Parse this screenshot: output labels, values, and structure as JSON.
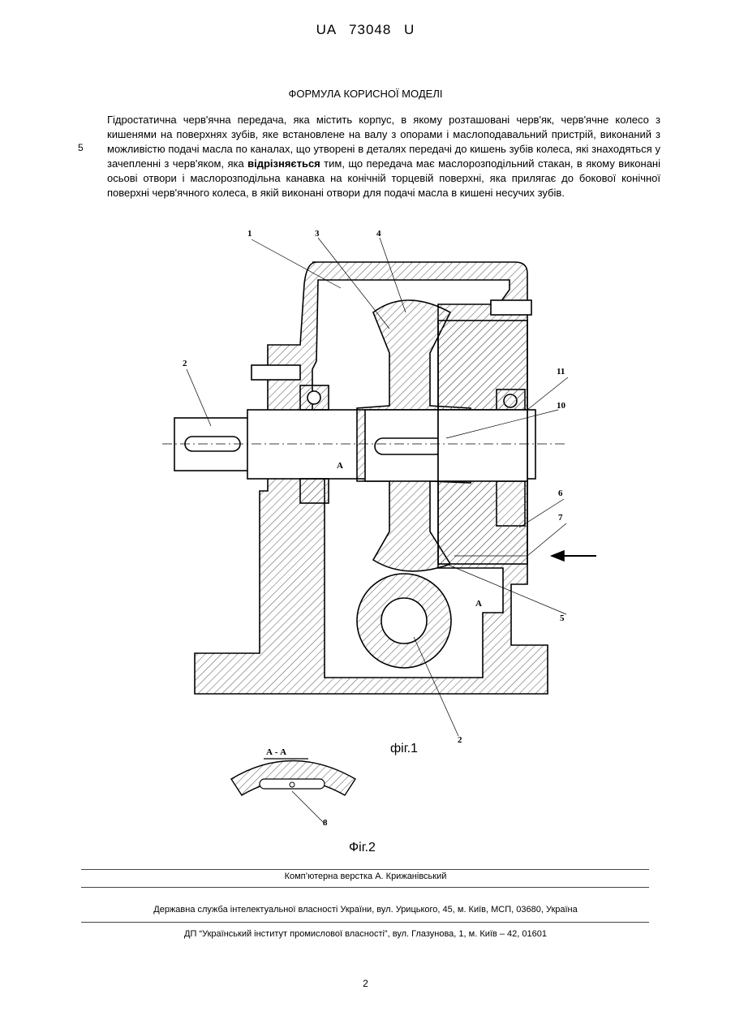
{
  "header": {
    "patent_number": "UA 73048 U"
  },
  "section_title": "ФОРМУЛА КОРИСНОЇ МОДЕЛІ",
  "line_number": "5",
  "claim": {
    "part1": "Гідростатична черв'ячна передача, яка містить корпус, в якому розташовані черв'як, черв'ячне колесо з кишенями на поверхнях зубів, яке встановлене на валу з опорами і маслоподавальний пристрій, виконаний з можливістю подачі масла по каналах, що утворені в деталях передачі до кишень зубів колеса, які знаходяться у зачепленні з черв'яком, яка ",
    "emphasis": "відрізняється",
    "part2": " тим, що передача має маслорозподільний стакан, в якому виконані осьові отвори і маслорозподільна канавка на конічній торцевій поверхні, яка прилягає до бокової конічної поверхні черв'ячного колеса, в якій виконані отвори для подачі масла в кишені несучих зубів."
  },
  "drawing": {
    "part_labels": [
      "1",
      "3",
      "4",
      "2",
      "11",
      "10",
      "6",
      "7",
      "5",
      "2"
    ],
    "section_marks": [
      "A",
      "A"
    ],
    "section_title": "А - А",
    "section_label": "8"
  },
  "figures": {
    "fig1": "фіг.1",
    "fig2": "Фіг.2"
  },
  "footer": {
    "layout": "Комп’ютерна верстка А. Крижанівський",
    "office": "Державна служба інтелектуальної власності України, вул. Урицького, 45, м. Київ, МСП, 03680, Україна",
    "institute": "ДП “Український інститут промислової власності”, вул. Глазунова, 1, м. Київ – 42, 01601"
  },
  "page_number": "2"
}
